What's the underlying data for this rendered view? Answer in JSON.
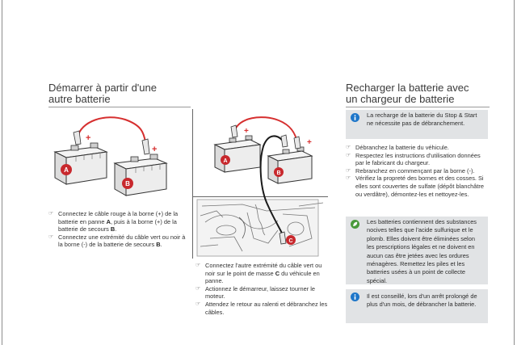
{
  "left": {
    "title_line1": "Démarrer à partir d'une",
    "title_line2": "autre batterie",
    "bullets": [
      {
        "p1": "Connectez le câble rouge à la borne (+) de la batterie en panne ",
        "b1": "A",
        "p2": ", puis à la borne (+) de la batterie de secours ",
        "b2": "B",
        "p3": "."
      },
      {
        "p1": "Connectez une extrémité du câble vert ou noir à la borne (-) de la batterie de secours ",
        "b1": "B",
        "p2": ".",
        "b2": "",
        "p3": ""
      }
    ]
  },
  "middle": {
    "bullets": [
      {
        "p1": "Connectez l'autre extrémité du câble vert ou noir sur le point de masse ",
        "b1": "C",
        "p2": " du véhicule en panne."
      },
      {
        "p1": "Actionnez le démarreur, laissez tourner le moteur.",
        "b1": "",
        "p2": ""
      },
      {
        "p1": "Attendez le retour au ralenti et débranchez les câbles.",
        "b1": "",
        "p2": ""
      }
    ]
  },
  "right": {
    "title_line1": "Recharger la batterie avec",
    "title_line2": "un chargeur de batterie",
    "note1": "La recharge de la batterie du Stop & Start ne nécessite pas de débranchement.",
    "bullets": [
      "Débranchez la batterie du véhicule.",
      "Respectez les instructions d'utilisation données par le fabricant du chargeur.",
      "Rebranchez en commençant par la borne (-).",
      "Vérifiez la propreté des bornes et des cosses. Si elles sont couvertes de sulfate (dépôt blanchâtre ou verdâtre), démontez-les et nettoyez-les."
    ],
    "note2": "Les batteries contiennent des substances nocives telles que l'acide sulfurique et le plomb. Elles doivent être éliminées selon les prescriptions légales et ne doivent en aucun cas être jetées avec les ordures ménagères. Remettez les piles et les batteries usées à un point de collecte spécial.",
    "note3": "Il est conseillé, lors d'un arrêt prolongé de plus d'un mois, de débrancher la batterie."
  },
  "labels": {
    "battery_a": "A",
    "battery_b": "B",
    "ground_c": "C",
    "plus": "+"
  },
  "icons": {
    "info": "info-icon",
    "eco": "leaf-icon",
    "bullet": "pointing-hand-icon"
  },
  "colors": {
    "battery_a": "#c8282d",
    "battery_b": "#c8282d",
    "cable_red": "#d62f2f",
    "cable_black": "#1b1b1b",
    "info_blue": "#1e76c9",
    "eco_green": "#4a9a3c",
    "note_bg": "#e1e3e5"
  }
}
